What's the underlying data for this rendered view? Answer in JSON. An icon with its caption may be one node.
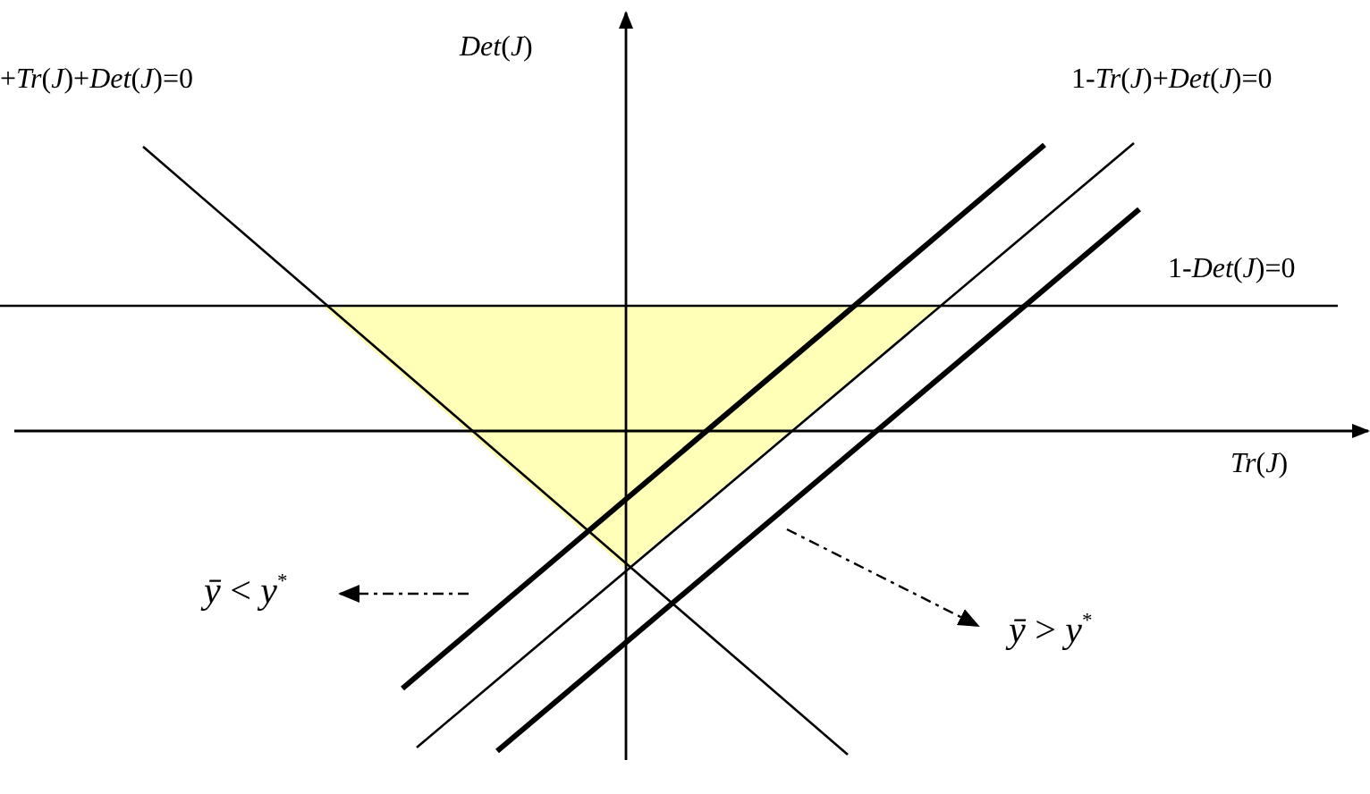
{
  "diagram": {
    "labels": [
      "*Det*(*J*)",
      "+*Tr*(*J*)+*Det*(*J*)=0",
      "1-*Tr*(*J*)+*Det*(*J*)=0",
      "1-*Det*(*J*)=0",
      "*Tr*(*J*)",
      "*ȳ* < *y*$^{*}$",
      "*ȳ* > *y*$^{*}$"
    ]
  }
}
